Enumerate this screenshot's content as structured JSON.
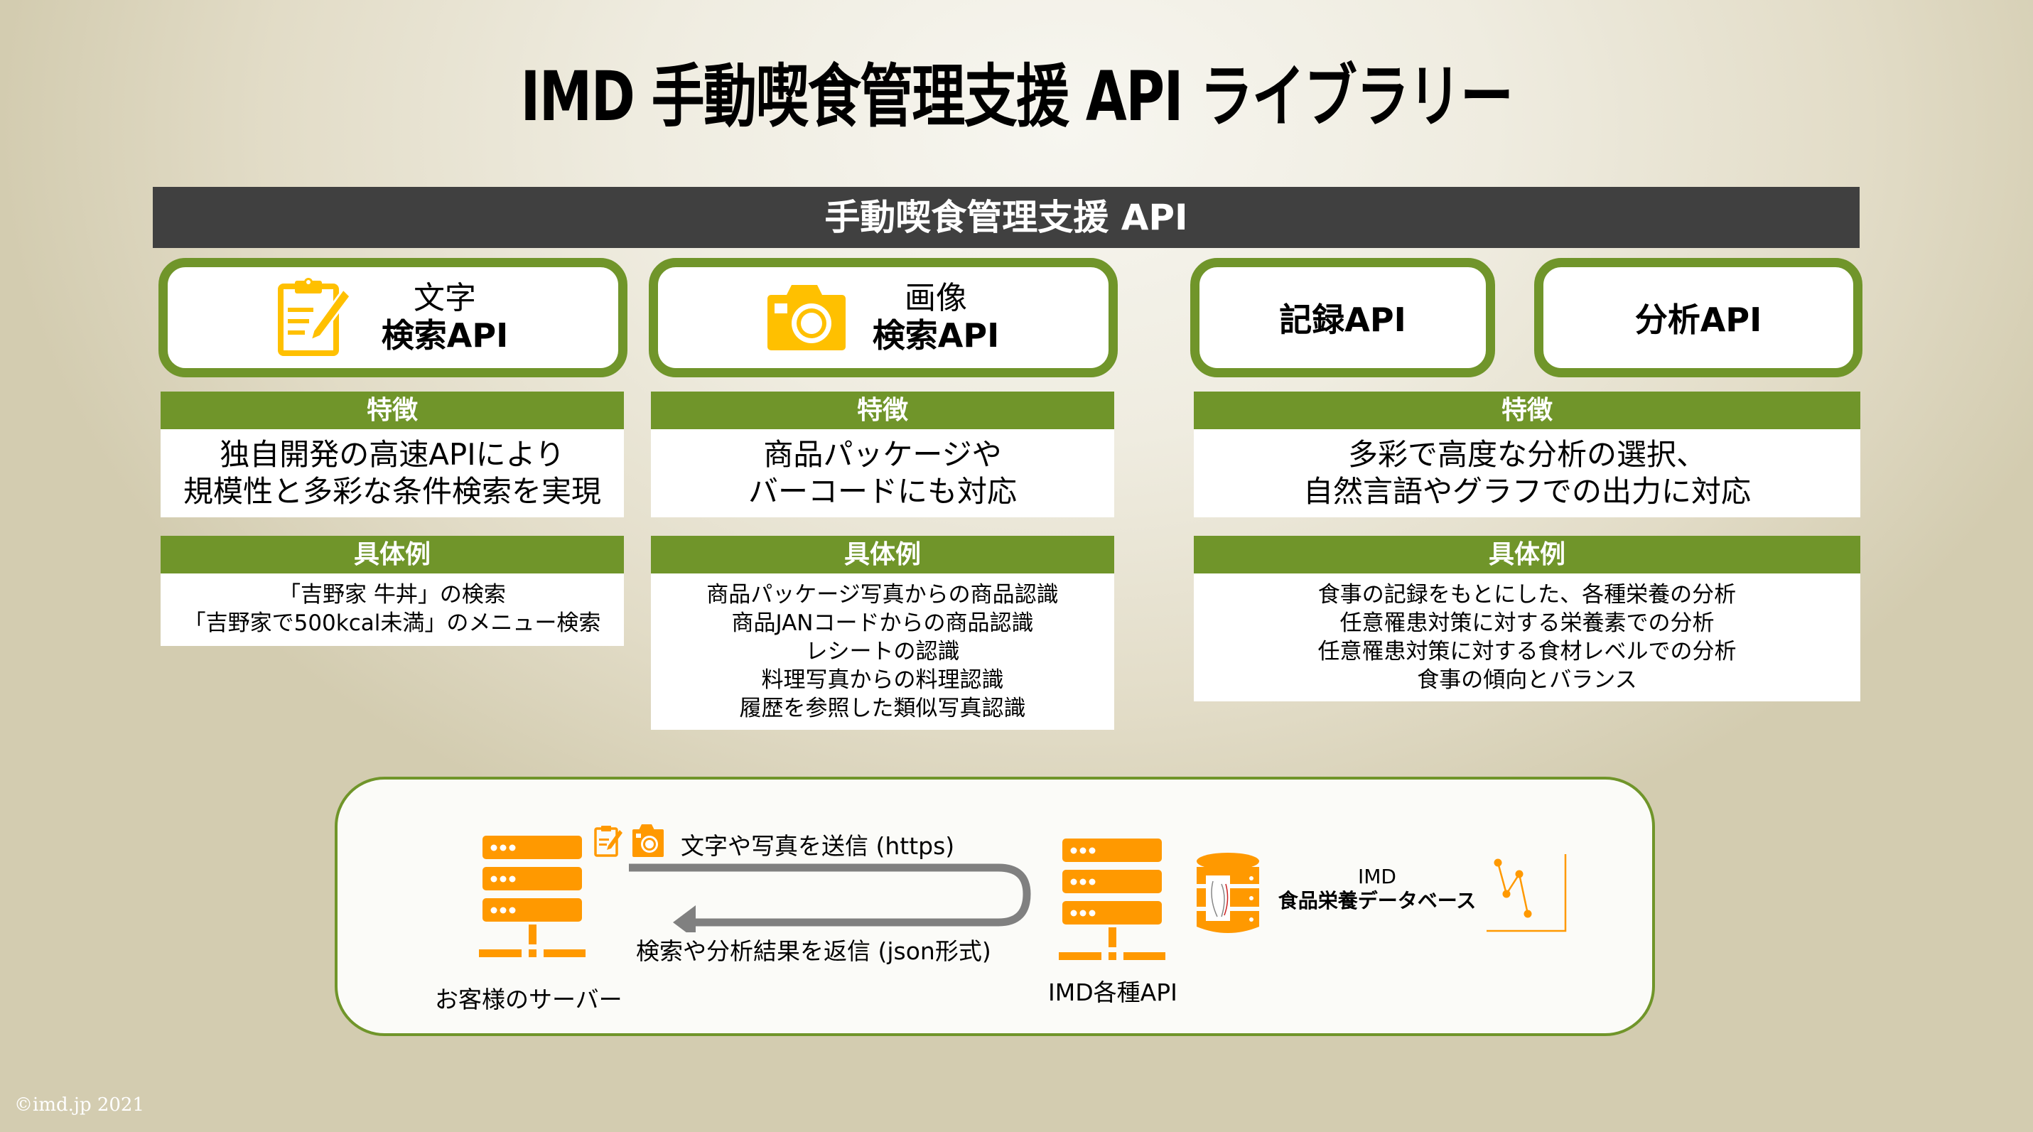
{
  "title": "IMD 手動喫食管理支援 API ライブラリー",
  "banner": "手動喫食管理支援 API",
  "colors": {
    "accent_green": "#70952a",
    "icon_yellow": "#ffc000",
    "icon_orange": "#ff9900",
    "bar_dark": "#404040",
    "arrow_gray": "#808080"
  },
  "api_boxes": [
    {
      "sub": "文字",
      "main": "検索API",
      "icon": "clipboard-pencil-icon"
    },
    {
      "sub": "画像",
      "main": "検索API",
      "icon": "camera-icon"
    },
    {
      "main": "記録API"
    },
    {
      "main": "分析API"
    }
  ],
  "columns": [
    {
      "feature_header": "特徴",
      "feature_lines": [
        "独自開発の高速APIにより",
        "規模性と多彩な条件検索を実現"
      ],
      "example_header": "具体例",
      "example_lines": [
        "「吉野家 牛丼」の検索",
        "「吉野家で500kcal未満」のメニュー検索"
      ]
    },
    {
      "feature_header": "特徴",
      "feature_lines": [
        "商品パッケージや",
        "バーコードにも対応"
      ],
      "example_header": "具体例",
      "example_lines": [
        "商品パッケージ写真からの商品認識",
        "商品JANコードからの商品認識",
        "レシートの認識",
        "料理写真からの料理認識",
        "履歴を参照した類似写真認識"
      ]
    },
    {
      "feature_header": "特徴",
      "feature_lines": [
        "多彩で高度な分析の選択、",
        "自然言語やグラフでの出力に対応"
      ],
      "example_header": "具体例",
      "example_lines": [
        "食事の記録をもとにした、各種栄養の分析",
        "任意罹患対策に対する栄養素での分析",
        "任意罹患対策に対する食材レベルでの分析",
        "食事の傾向とバランス"
      ]
    }
  ],
  "diagram": {
    "client_label": "お客様のサーバー",
    "send_label": "文字や写真を送信 (https)",
    "return_label": "検索や分析結果を返信 (json形式)",
    "api_label": "IMD各種API",
    "db_label_top": "IMD",
    "db_label_bottom": "食品栄養データベース"
  },
  "footer": "©imd.jp 2021"
}
